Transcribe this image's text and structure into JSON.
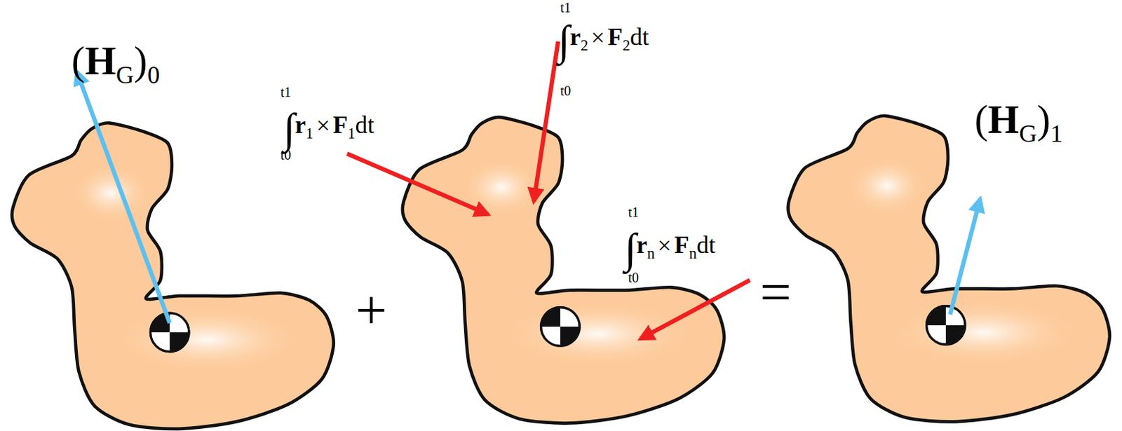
{
  "diagram": {
    "labels": [
      "(HG)0",
      "t1",
      "t0",
      "∫r1×F1dt",
      "t1",
      "t0",
      "∫r2×F2dt",
      "t1",
      "t0",
      "∫rn×Fndt",
      "+",
      "=",
      "(HG)1"
    ]
  }
}
